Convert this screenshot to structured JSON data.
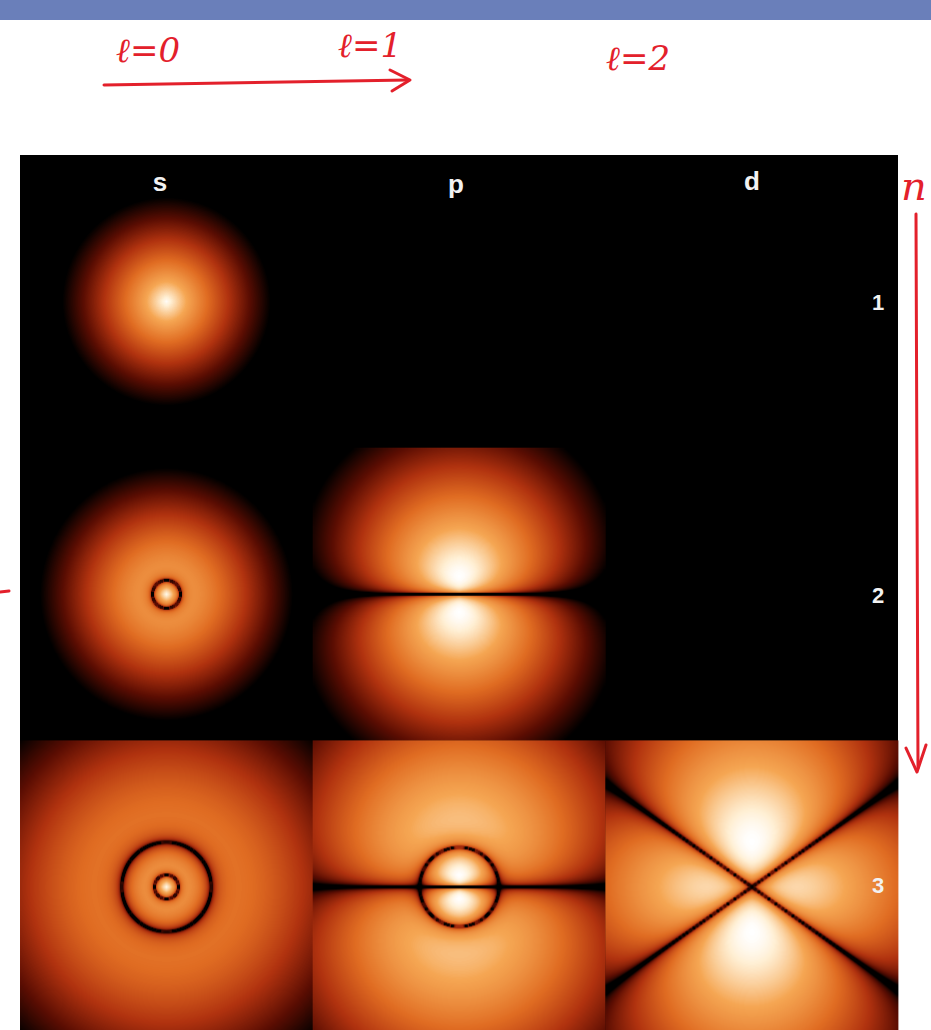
{
  "diagram": {
    "labels": [
      "ℓ=0",
      "ℓ=1",
      "ℓ=2",
      "s",
      "p",
      "d",
      "n",
      "1",
      "2",
      "3"
    ]
  }
}
